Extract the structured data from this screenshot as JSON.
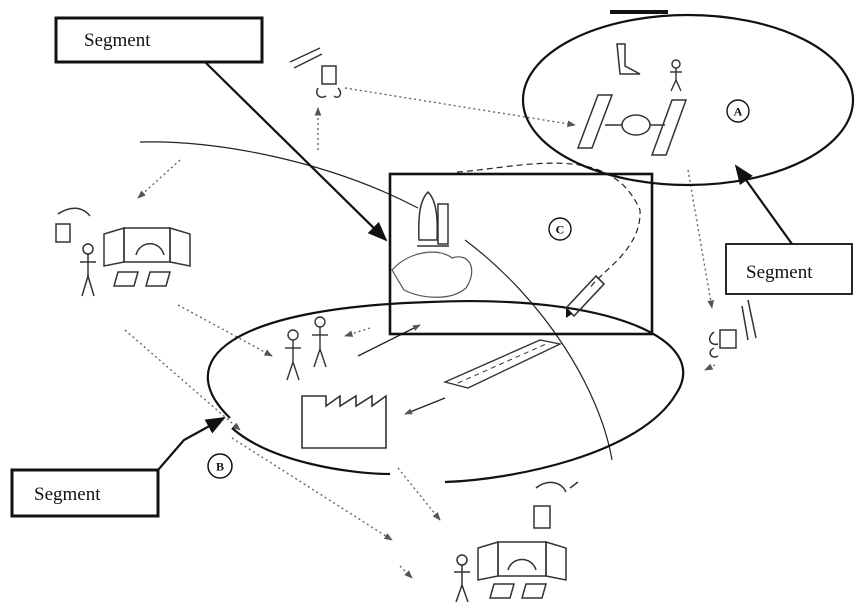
{
  "callouts": [
    {
      "label": "Segment"
    },
    {
      "label": "Segment"
    },
    {
      "label": "Segment"
    }
  ],
  "markers": {
    "a": "A",
    "b": "B",
    "c": "C"
  }
}
